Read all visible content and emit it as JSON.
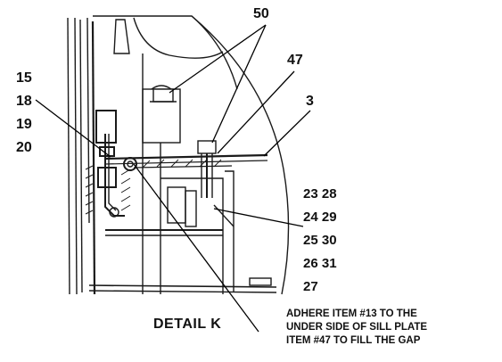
{
  "callouts": {
    "c50": "50",
    "c47": "47",
    "c3": "3",
    "c15": "15",
    "c18": "18",
    "c19": "19",
    "c20": "20",
    "c23_28": "23 28",
    "c24_29": "24 29",
    "c25_30": "25 30",
    "c26_31": "26 31",
    "c27": "27"
  },
  "detail_label": "DETAIL  K",
  "note_lines": [
    "ADHERE ITEM #13 TO THE",
    "UNDER SIDE OF SILL PLATE",
    "ITEM #47 TO FILL THE GAP"
  ]
}
